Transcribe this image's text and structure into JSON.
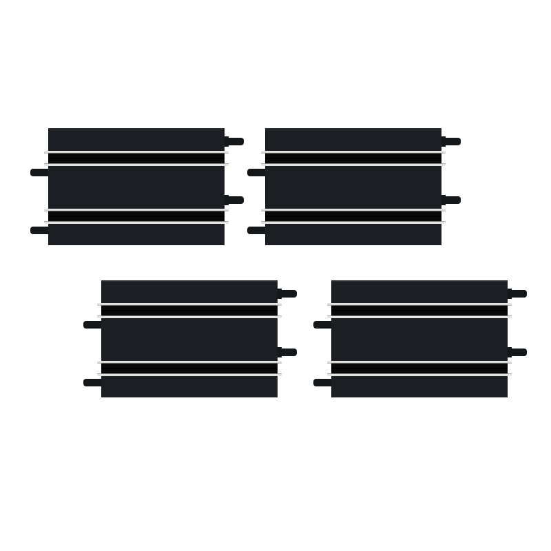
{
  "scene": {
    "subject": "slot-car-straight-track-pieces",
    "piece_count": 4,
    "colors": {
      "background": "#ffffff",
      "track_body": "#1b1e22",
      "slot_groove": "#07080a",
      "connector": "#15181b",
      "rail_metal": "#e4e4e2",
      "rail_edge": "#9a9a98"
    },
    "pieces": [
      {
        "id": "track-piece-1",
        "lanes": 2
      },
      {
        "id": "track-piece-2",
        "lanes": 2
      },
      {
        "id": "track-piece-3",
        "lanes": 2
      },
      {
        "id": "track-piece-4",
        "lanes": 2
      }
    ]
  }
}
